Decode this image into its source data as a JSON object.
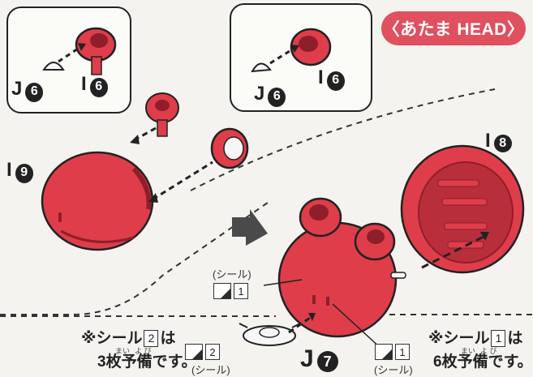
{
  "title": {
    "text": "〈あたま HEAD〉",
    "color": "#e0505e"
  },
  "parts": {
    "panel1_j": {
      "letter": "J",
      "num": "6"
    },
    "panel1_i": {
      "letter": "I",
      "num": "6"
    },
    "panel2_j": {
      "letter": "J",
      "num": "6"
    },
    "panel2_i": {
      "letter": "I",
      "num": "6"
    },
    "i9": {
      "letter": "I",
      "num": "9"
    },
    "i8": {
      "letter": "I",
      "num": "8"
    },
    "j7": {
      "letter": "J",
      "num": "7"
    }
  },
  "stickers": {
    "upper_caption": "(シール)",
    "upper_no": "1",
    "left_caption": "(シール)",
    "left_no": "2",
    "right_caption": "(シール)",
    "right_no": "1"
  },
  "notes": {
    "left": {
      "prefix": "※シール",
      "box": "2",
      "suffix": "は",
      "line2": "3枚予備です。",
      "ruby_mai": "まい",
      "ruby_yobi": "よ び"
    },
    "right": {
      "prefix": "※シール",
      "box": "1",
      "suffix": "は",
      "line2": "6枚予備です。",
      "ruby_mai": "まい",
      "ruby_yobi": "よ び"
    }
  },
  "colors": {
    "part_red": "#df3d4a",
    "part_dark": "#8e1f2a",
    "clear_part": "#f6f6f6",
    "ink": "#222222"
  },
  "icons": [
    "arrow-icon",
    "step-arrow-icon",
    "sticker-sheet-icon"
  ]
}
